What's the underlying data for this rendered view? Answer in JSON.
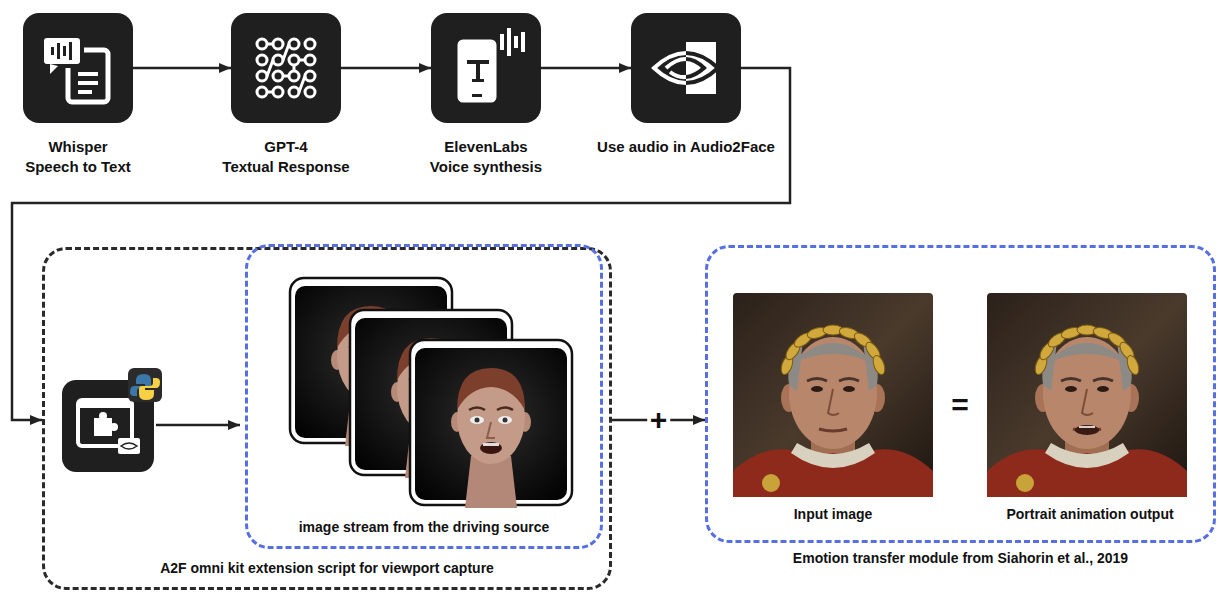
{
  "diagram": {
    "nodes": [
      {
        "text": [
          "Whisper",
          "Speech to Text"
        ]
      },
      {
        "text": [
          "GPT-4",
          "Textual Response"
        ]
      },
      {
        "text": [
          "ElevenLabs",
          "Voice synthesis"
        ]
      },
      {
        "text": [
          "Use audio in Audio2Face"
        ]
      },
      {
        "text": [
          "A2F omni kit extension script for viewport capture"
        ]
      },
      {
        "text": [
          "image stream from the driving source"
        ],
        "in": 4
      },
      {
        "text": [
          "Emotion transfer module from Siahorin et al., 2019"
        ]
      }
    ],
    "edges": [
      {
        "from": 0,
        "to": 1,
        "arrow": "to"
      },
      {
        "from": 1,
        "to": 2,
        "arrow": "to"
      },
      {
        "from": 2,
        "to": 3,
        "arrow": "to"
      },
      {
        "from": 3,
        "to": 4,
        "arrow": "to"
      },
      {
        "from": 4,
        "to": 6,
        "label": "+",
        "arrow": "to"
      }
    ],
    "labels": [
      "Input image",
      "=",
      "Portrait animation output"
    ]
  }
}
